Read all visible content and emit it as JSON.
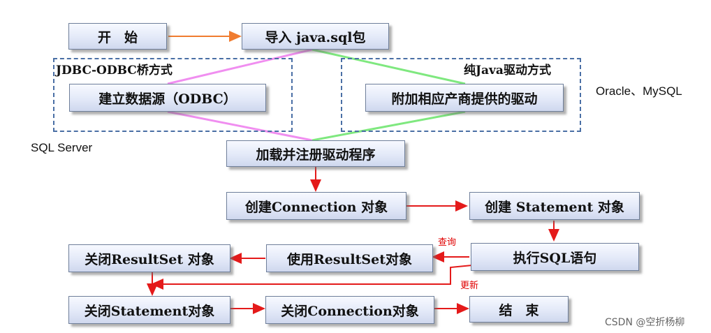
{
  "nodes": {
    "start": "开　始",
    "import": "导入 java.sql包",
    "create_datasource": "建立数据源（ODBC）",
    "vendor_driver": "附加相应产商提供的驱动",
    "load_driver": "加载并注册驱动程序",
    "create_connection": "创建Connection 对象",
    "create_statement": "创建 Statement 对象",
    "execute_sql": "执行SQL语句",
    "use_resultset": "使用ResultSet对象",
    "close_resultset": "关闭ResultSet 对象",
    "close_statement": "关闭Statement对象",
    "close_connection": "关闭Connection对象",
    "end": "结　束"
  },
  "groups": {
    "jdbc_odbc": "JDBC-ODBC桥方式",
    "pure_java": "纯Java驱动方式"
  },
  "side_labels": {
    "sql_server": "SQL Server",
    "oracle_mysql": "Oracle、MySQL"
  },
  "edge_labels": {
    "query": "查询",
    "update": "更新"
  },
  "watermark": "CSDN @空折杨柳",
  "colors": {
    "arrow": "#e41a1a",
    "start_arrow": "#f07c30",
    "odbc_path": "#f08ef0",
    "java_path": "#7fe87f",
    "group_border": "#4a6fa5"
  }
}
